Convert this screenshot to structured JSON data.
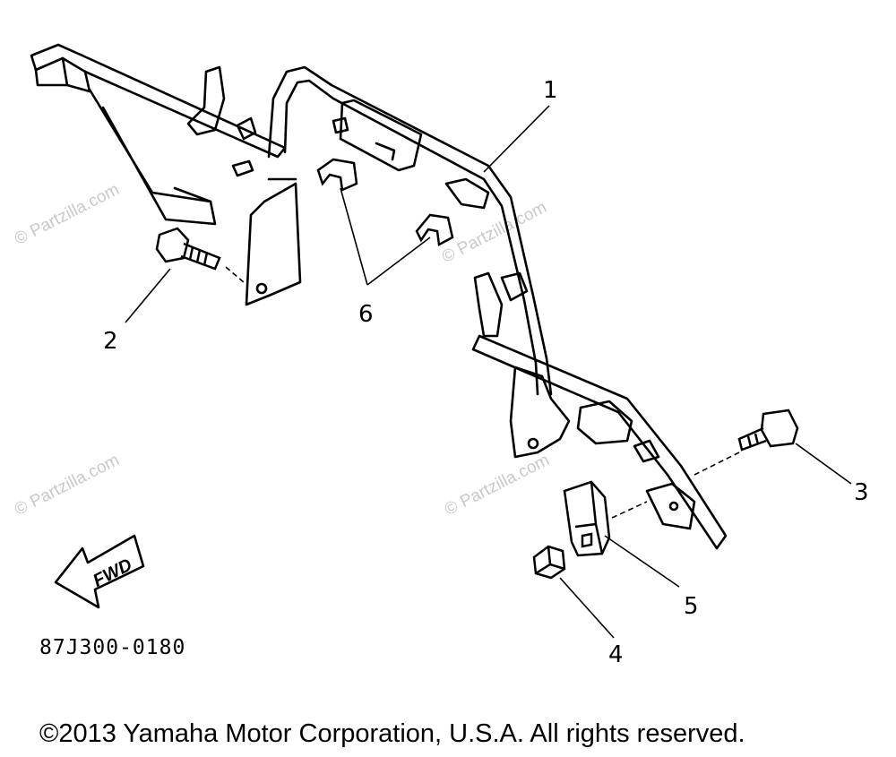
{
  "watermarks": [
    {
      "text": "© Partzilla.com"
    },
    {
      "text": "© Partzilla.com"
    },
    {
      "text": "© Partzilla.com"
    },
    {
      "text": "© Partzilla.com"
    }
  ],
  "callouts": {
    "c1": "1",
    "c2": "2",
    "c3": "3",
    "c4": "4",
    "c5": "5",
    "c6": "6"
  },
  "fwd_label": "FWD",
  "diagram_code": "87J300-0180",
  "copyright": "©2013 Yamaha Motor Corporation, U.S.A. All rights reserved."
}
